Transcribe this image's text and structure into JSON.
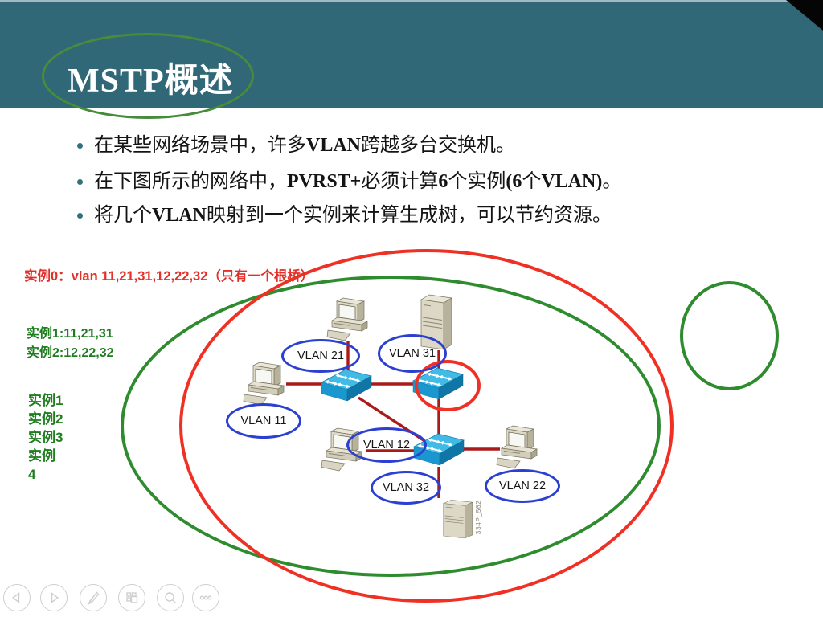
{
  "header": {
    "title": "MSTP概述"
  },
  "bullets": [
    {
      "parts": [
        {
          "text": "在某些网络场景中，许多",
          "bold": false
        },
        {
          "text": "VLAN",
          "bold": true
        },
        {
          "text": "跨越多台交换机。",
          "bold": false
        }
      ]
    },
    {
      "parts": [
        {
          "text": "在下图所示的网络中，",
          "bold": false
        },
        {
          "text": "PVRST+",
          "bold": true
        },
        {
          "text": "必须计算",
          "bold": false
        },
        {
          "text": "6",
          "bold": true
        },
        {
          "text": "个实例",
          "bold": false
        },
        {
          "text": "(6",
          "bold": true
        },
        {
          "text": "个",
          "bold": false
        },
        {
          "text": "VLAN)",
          "bold": true
        },
        {
          "text": "。",
          "bold": false
        }
      ]
    },
    {
      "parts": [
        {
          "text": "将几个",
          "bold": false
        },
        {
          "text": "VLAN",
          "bold": true
        },
        {
          "text": "映射到一个实例来计算生成树，可以节约资源。",
          "bold": false
        }
      ]
    }
  ],
  "annotations": {
    "instance0": "实例0：vlan 11,21,31,12,22,32（只有一个根桥）",
    "instance_maps": [
      "实例1:11,21,31",
      "实例2:12,22,32"
    ],
    "instance_list": [
      "实例1",
      "实例2",
      "实例3",
      "实例",
      "4"
    ]
  },
  "diagram": {
    "vlans": [
      "VLAN 21",
      "VLAN 31",
      "VLAN 11",
      "VLAN 12",
      "VLAN 32",
      "VLAN 22"
    ],
    "watermark": "334P_562",
    "nodes": [
      {
        "type": "computer",
        "position": "top"
      },
      {
        "type": "computer",
        "position": "left"
      },
      {
        "type": "computer",
        "position": "bottom-left"
      },
      {
        "type": "computer",
        "position": "right"
      },
      {
        "type": "server",
        "position": "top"
      },
      {
        "type": "server",
        "position": "bottom"
      },
      {
        "type": "switch",
        "position": "left"
      },
      {
        "type": "switch",
        "position": "right-root-bridge"
      },
      {
        "type": "switch",
        "position": "bottom-center"
      }
    ]
  },
  "toolbar": {
    "buttons": [
      "previous-slide",
      "next-slide",
      "pen",
      "see-all-slides",
      "zoom-to-slide",
      "more-options"
    ]
  },
  "colors": {
    "header_bg": "#316878",
    "top_strip": "#a4bac2",
    "title_text": "#ffffff",
    "title_ellipse": "#478b3c",
    "bullet_dot": "#33707e",
    "red_annotation": "#e2312a",
    "green_annotation": "#1e7e1e",
    "vlan_ellipse_stroke": "#2b3fd0",
    "red_ellipse_stroke": "#ee3124",
    "green_ellipse_stroke": "#2e8b2e",
    "link_line": "#ab1a1a",
    "switch_fill": "#41bbe6",
    "corner_fold": "#000000"
  }
}
